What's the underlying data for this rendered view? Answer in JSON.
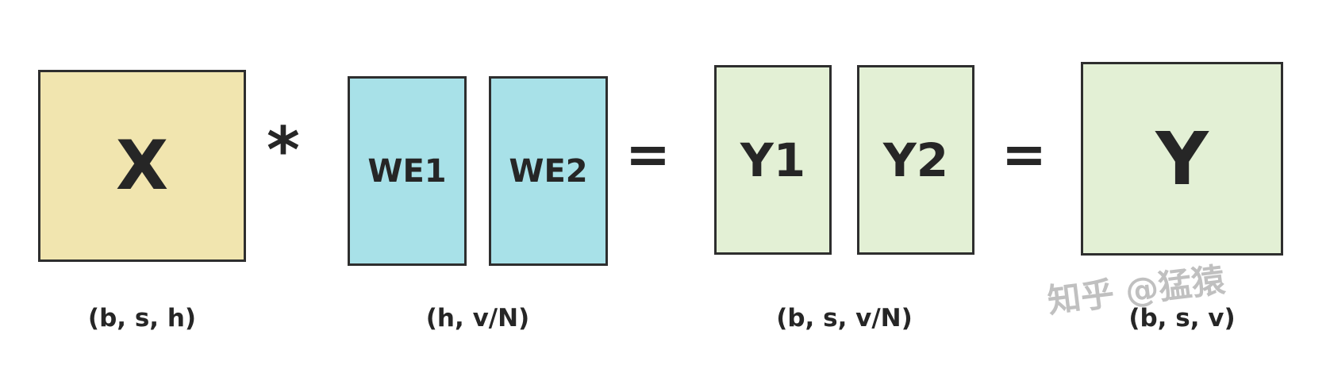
{
  "diagram": {
    "boxes": {
      "x": "X",
      "we1": "WE1",
      "we2": "WE2",
      "y1": "Y1",
      "y2": "Y2",
      "y": "Y"
    },
    "operators": {
      "multiply": "*",
      "equals_1": "=",
      "equals_2": "="
    },
    "dims": {
      "x": "(b, s, h)",
      "we": "(h, v/N)",
      "y12": "(b, s, v/N)",
      "y": "(b, s, v)"
    },
    "watermark": "知乎 @猛猿",
    "colors": {
      "x_fill": "#F1E5AF",
      "we_fill": "#A8E1E8",
      "y_fill": "#E3F0D5",
      "border": "#2E2E2E",
      "text": "#262626",
      "watermark": "#969696",
      "background": "#FFFFFF"
    }
  }
}
